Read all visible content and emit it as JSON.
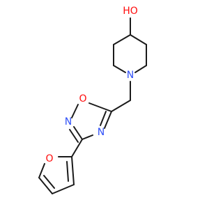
{
  "colors": {
    "bond": "#1a1a1a",
    "oxygen": "#ff0d0d",
    "nitrogen": "#3050f8",
    "background": "#ffffff"
  },
  "atoms": {
    "hydroxyl": "HO",
    "piperidine_n": "N",
    "oxadiazole_o": "O",
    "oxadiazole_n2": "N",
    "oxadiazole_n4": "N",
    "furan_o": "O"
  }
}
